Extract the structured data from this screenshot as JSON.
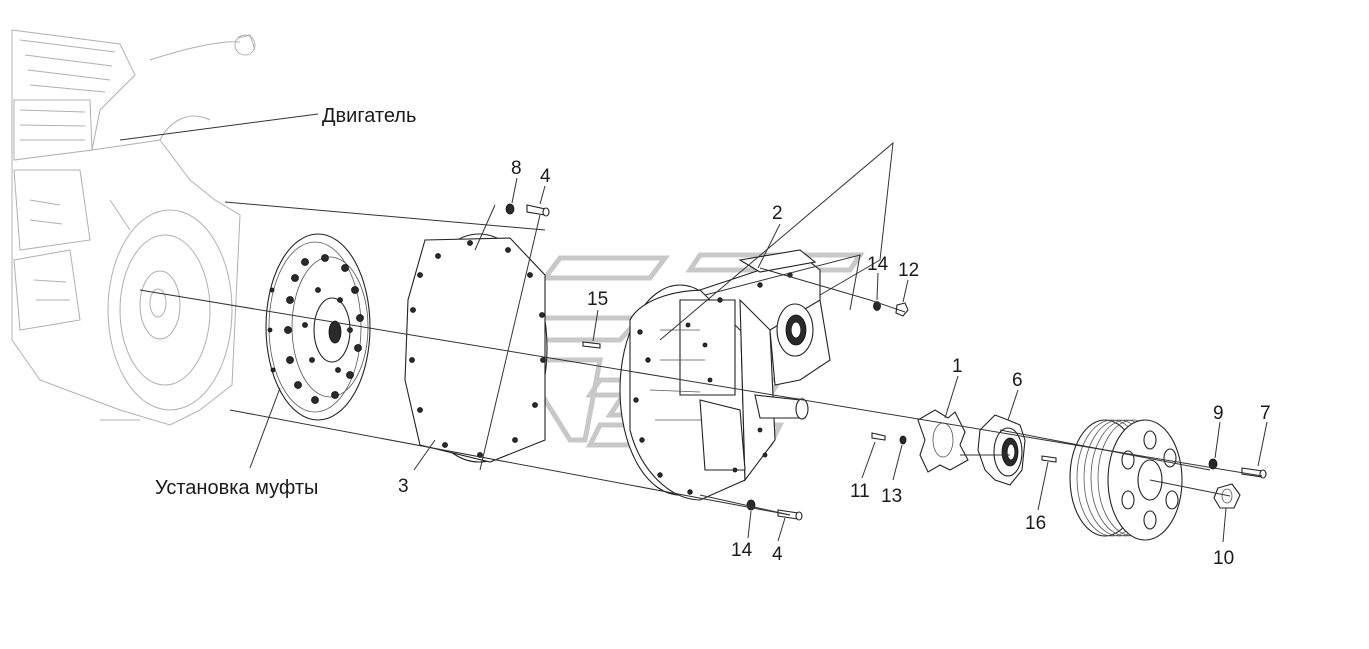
{
  "labels": {
    "engine": "Двигатель",
    "coupling": "Установка муфты",
    "n8": "8",
    "n4_top": "4",
    "n2": "2",
    "n14_top": "14",
    "n12": "12",
    "n15": "15",
    "n1": "1",
    "n6": "6",
    "n9": "9",
    "n7": "7",
    "n3": "3",
    "n11": "11",
    "n13": "13",
    "n16": "16",
    "n14_bottom": "14",
    "n4_bottom": "4",
    "n10": "10"
  }
}
